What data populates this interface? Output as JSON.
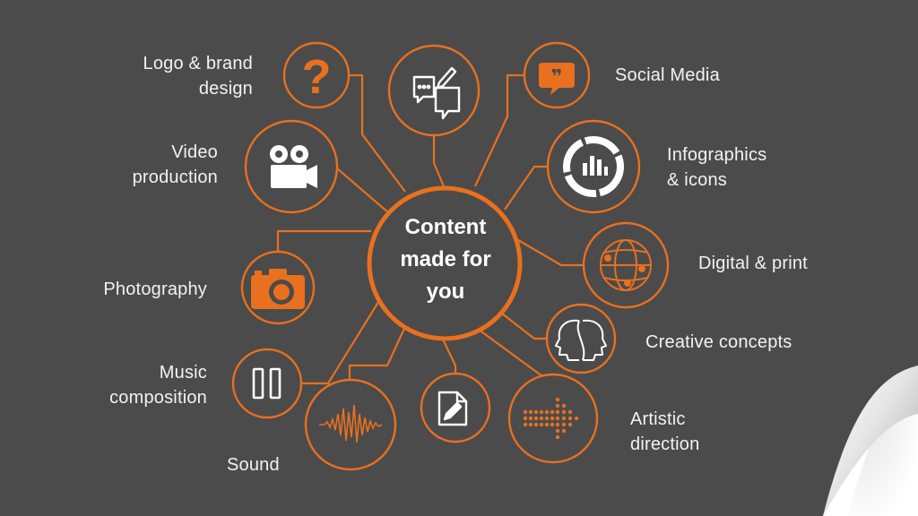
{
  "center": {
    "lines": [
      "Content",
      "made for",
      "you"
    ]
  },
  "colors": {
    "background": "#4b4b4b",
    "accent": "#e8701e",
    "text": "#f2f2f2",
    "icon": "#ffffff"
  },
  "nodes": [
    {
      "id": "logo-brand-design",
      "label_lines": [
        "Logo & brand",
        "design"
      ],
      "icon": "question-mark-icon"
    },
    {
      "id": "content-writing",
      "label_lines": [],
      "icon": "chat-pen-icon"
    },
    {
      "id": "social-media",
      "label_lines": [
        "Social Media"
      ],
      "icon": "speech-bubble-quote-icon"
    },
    {
      "id": "video-production",
      "label_lines": [
        "Video",
        "production"
      ],
      "icon": "video-camera-icon"
    },
    {
      "id": "infographics-icons",
      "label_lines": [
        "Infographics",
        "& icons"
      ],
      "icon": "donut-chart-icon"
    },
    {
      "id": "digital-print",
      "label_lines": [
        "Digital & print"
      ],
      "icon": "globe-network-icon"
    },
    {
      "id": "photography",
      "label_lines": [
        "Photography"
      ],
      "icon": "camera-icon"
    },
    {
      "id": "creative-concepts",
      "label_lines": [
        "Creative concepts"
      ],
      "icon": "two-heads-icon"
    },
    {
      "id": "music-composition",
      "label_lines": [
        "Music",
        "composition"
      ],
      "icon": "pause-bars-icon"
    },
    {
      "id": "sound",
      "label_lines": [
        "Sound"
      ],
      "icon": "sound-wave-icon"
    },
    {
      "id": "copywriting",
      "label_lines": [],
      "icon": "document-pen-icon"
    },
    {
      "id": "artistic-direction",
      "label_lines": [
        "Artistic",
        "direction"
      ],
      "icon": "dotted-arrow-icon"
    }
  ]
}
